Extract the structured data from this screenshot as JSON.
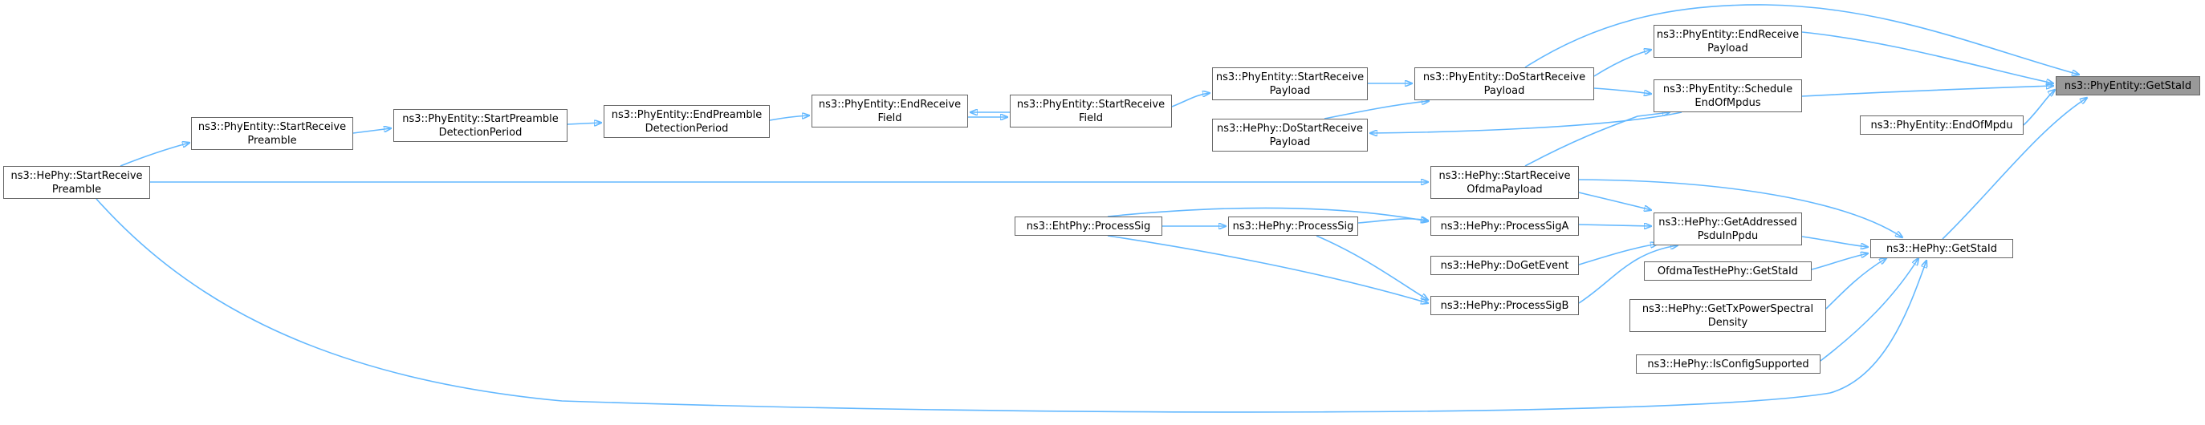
{
  "nodes": {
    "phy_getstaid": {
      "lines": [
        "ns3::PhyEntity::GetStaId"
      ]
    },
    "phy_endreceive_payload": {
      "lines": [
        "ns3::PhyEntity::EndReceive",
        "Payload"
      ]
    },
    "phy_schedule_endofmpdus": {
      "lines": [
        "ns3::PhyEntity::Schedule",
        "EndOfMpdus"
      ]
    },
    "phy_endofmpdu": {
      "lines": [
        "ns3::PhyEntity::EndOfMpdu"
      ]
    },
    "hephy_getstaid": {
      "lines": [
        "ns3::HePhy::GetStaId"
      ]
    },
    "phy_dostartreceive_payload": {
      "lines": [
        "ns3::PhyEntity::DoStartReceive",
        "Payload"
      ]
    },
    "phy_startreceive_payload": {
      "lines": [
        "ns3::PhyEntity::StartReceive",
        "Payload"
      ]
    },
    "hephy_dostartreceive_payload": {
      "lines": [
        "ns3::HePhy::DoStartReceive",
        "Payload"
      ]
    },
    "phy_startreceive_field": {
      "lines": [
        "ns3::PhyEntity::StartReceive",
        "Field"
      ]
    },
    "phy_endreceive_field": {
      "lines": [
        "ns3::PhyEntity::EndReceive",
        "Field"
      ]
    },
    "phy_endpreamble_detection": {
      "lines": [
        "ns3::PhyEntity::EndPreamble",
        "DetectionPeriod"
      ]
    },
    "phy_startpreamble_detection": {
      "lines": [
        "ns3::PhyEntity::StartPreamble",
        "DetectionPeriod"
      ]
    },
    "phy_startreceive_preamble": {
      "lines": [
        "ns3::PhyEntity::StartReceive",
        "Preamble"
      ]
    },
    "hephy_startreceive_preamble": {
      "lines": [
        "ns3::HePhy::StartReceive",
        "Preamble"
      ]
    },
    "hephy_startreceive_ofdma": {
      "lines": [
        "ns3::HePhy::StartReceive",
        "OfdmaPayload"
      ]
    },
    "hephy_getaddressed_psdu": {
      "lines": [
        "ns3::HePhy::GetAddressed",
        "PsduInPpdu"
      ]
    },
    "hephy_processsiga": {
      "lines": [
        "ns3::HePhy::ProcessSigA"
      ]
    },
    "hephy_processsig": {
      "lines": [
        "ns3::HePhy::ProcessSig"
      ]
    },
    "ehtphy_processsig": {
      "lines": [
        "ns3::EhtPhy::ProcessSig"
      ]
    },
    "hephy_processsigb": {
      "lines": [
        "ns3::HePhy::ProcessSigB"
      ]
    },
    "hephy_dogetevent": {
      "lines": [
        "ns3::HePhy::DoGetEvent"
      ]
    },
    "ofdmatest_getstaid": {
      "lines": [
        "OfdmaTestHePhy::GetStaId"
      ]
    },
    "hephy_gettxpower": {
      "lines": [
        "ns3::HePhy::GetTxPowerSpectral",
        "Density"
      ]
    },
    "hephy_isconfigsupported": {
      "lines": [
        "ns3::HePhy::IsConfigSupported"
      ]
    }
  },
  "colors": {
    "edge": "#63b8ff",
    "node_border": "#666666",
    "focus_fill": "#999999",
    "node_fill": "#ffffff"
  }
}
